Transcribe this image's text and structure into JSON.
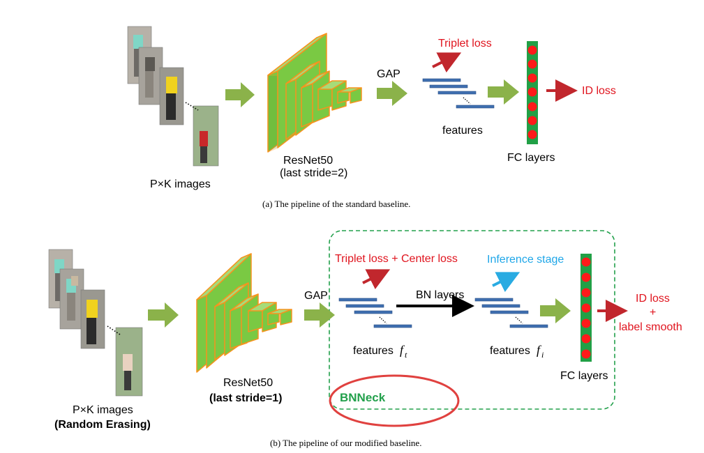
{
  "panel_a": {
    "images_label": "P×K images",
    "backbone_label": "ResNet50",
    "backbone_sub": "(last stride=2)",
    "gap_label": "GAP",
    "triplet_label": "Triplet loss",
    "features_label": "features",
    "fc_label": "FC layers",
    "id_loss_label": "ID loss",
    "caption": "(a) The pipeline of the standard baseline."
  },
  "panel_b": {
    "images_label": "P×K images",
    "images_sub": "(Random Erasing)",
    "backbone_label": "ResNet50",
    "backbone_sub": "(last stride=1)",
    "gap_label": "GAP",
    "triplet_center_label": "Triplet loss + Center loss",
    "inference_label": "Inference stage",
    "bn_label": "BN layers",
    "features_t_label": "features",
    "features_t_sym": "f",
    "features_t_sub": "t",
    "features_i_label": "features",
    "features_i_sym": "f",
    "features_i_sub": "i",
    "fc_label": "FC layers",
    "id_loss_label": "ID loss",
    "plus_label": "+",
    "label_smooth_label": "label smooth",
    "bnneck_label": "BNNeck",
    "caption": "(b) The pipeline of our modified baseline."
  },
  "colors": {
    "cnn_fill": "#7ac943",
    "cnn_stroke": "#f7931e",
    "arrow_green": "#8bb24a",
    "feature_bar": "#3f6fb0",
    "fc_green": "#21a046",
    "fc_dot": "#ff1a1a",
    "loss_red": "#e0141e",
    "inference_blue": "#29abe2",
    "bnneck_green": "#22a04b",
    "ellipse_red": "#e0413f"
  }
}
